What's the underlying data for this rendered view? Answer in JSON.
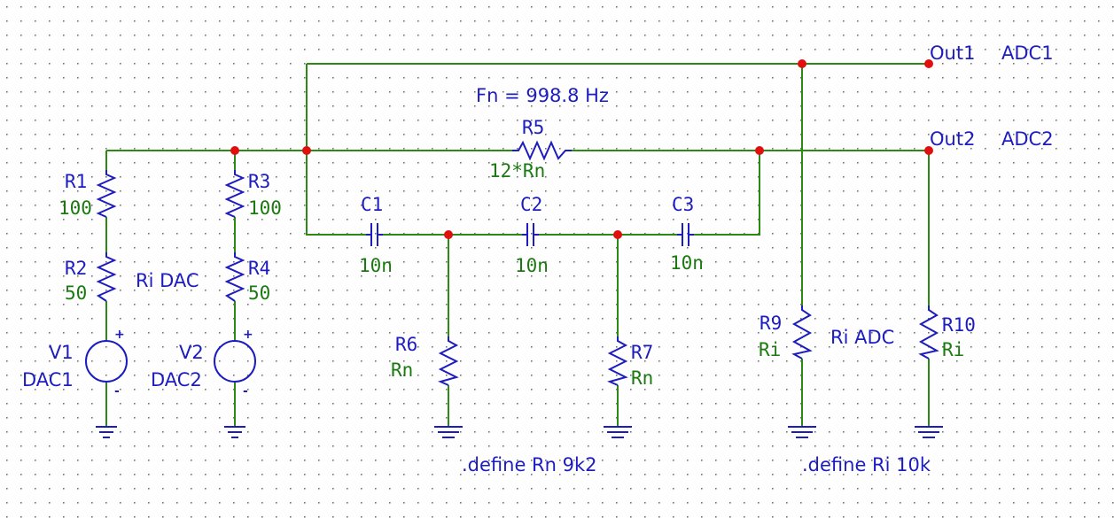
{
  "outputs": {
    "out1": "Out1",
    "adc1": "ADC1",
    "out2": "Out2",
    "adc2": "ADC2"
  },
  "annotation": {
    "fn": "Fn = 998.8 Hz"
  },
  "resistors": {
    "r1": {
      "name": "R1",
      "value": "100"
    },
    "r2": {
      "name": "R2",
      "value": "50"
    },
    "r3": {
      "name": "R3",
      "value": "100"
    },
    "r4": {
      "name": "R4",
      "value": "50"
    },
    "r5": {
      "name": "R5",
      "value": "12*Rn"
    },
    "r6": {
      "name": "R6",
      "value": "Rn"
    },
    "r7": {
      "name": "R7",
      "value": "Rn"
    },
    "r9": {
      "name": "R9",
      "value": "Ri"
    },
    "r10": {
      "name": "R10",
      "value": "Ri"
    }
  },
  "capacitors": {
    "c1": {
      "name": "C1",
      "value": "10n"
    },
    "c2": {
      "name": "C2",
      "value": "10n"
    },
    "c3": {
      "name": "C3",
      "value": "10n"
    }
  },
  "sources": {
    "v1": {
      "name": "V1",
      "value": "DAC1"
    },
    "v2": {
      "name": "V2",
      "value": "DAC2"
    }
  },
  "comments": {
    "ri_dac": "Ri DAC",
    "ri_adc": "Ri ADC",
    "define_rn": ".define Rn 9k2",
    "define_ri": ".define Ri 10k"
  },
  "polarity": {
    "plus": "+",
    "minus": "-"
  }
}
